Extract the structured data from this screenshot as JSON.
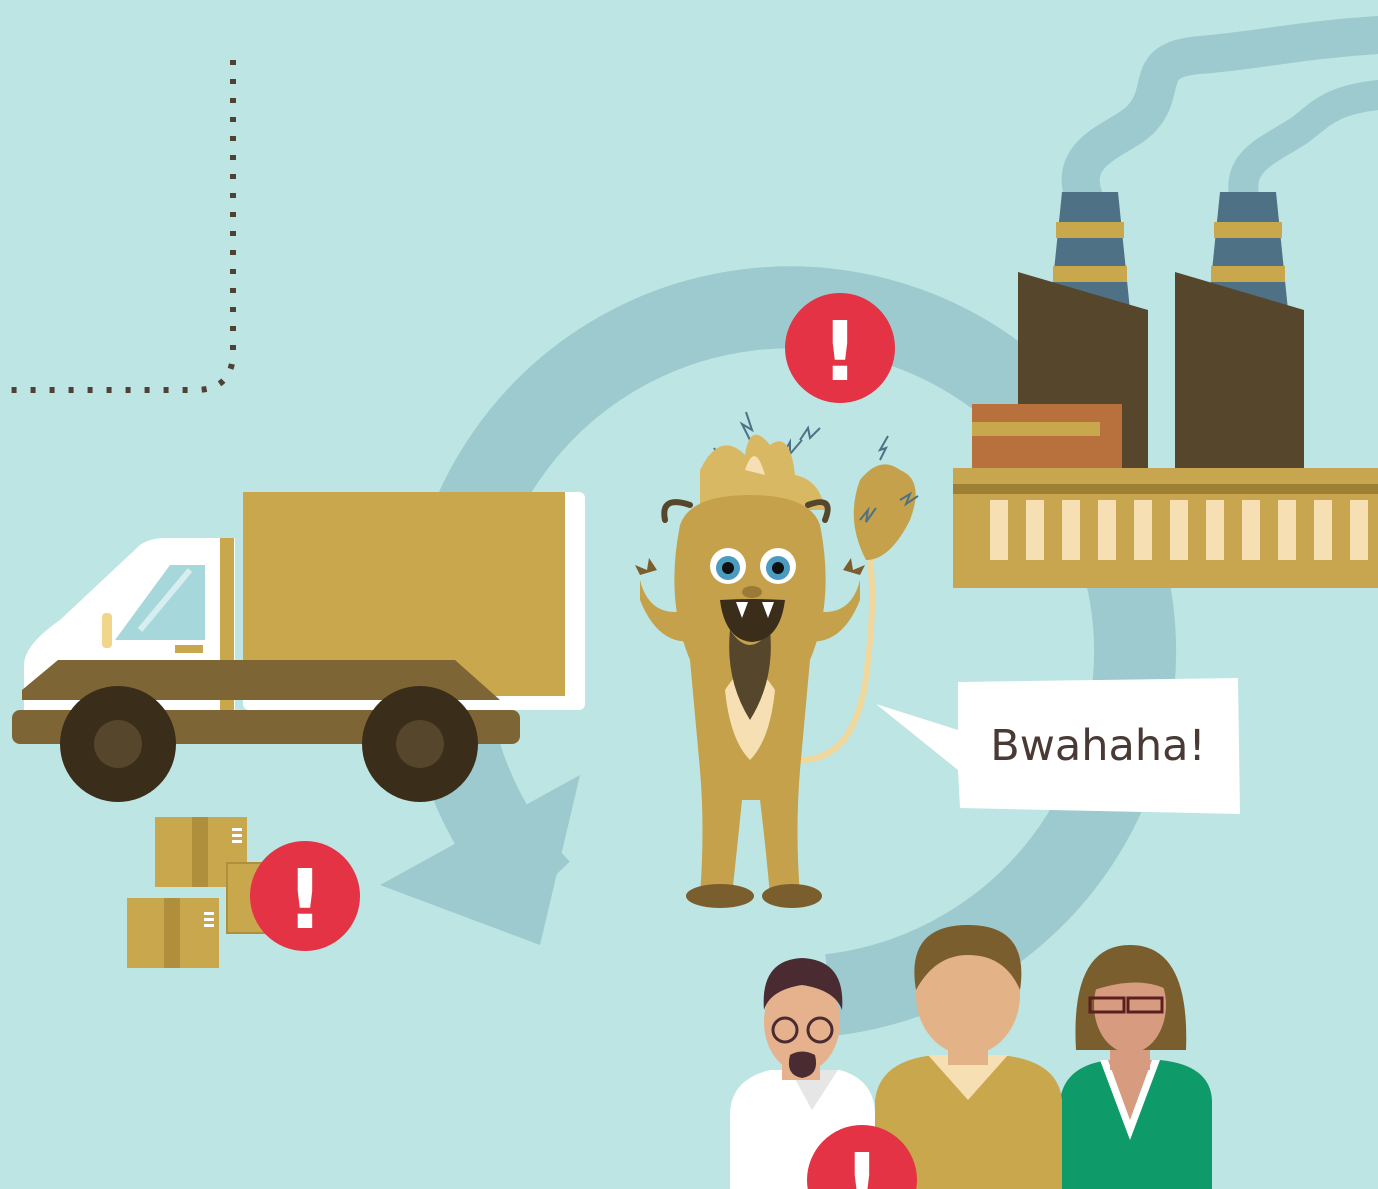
{
  "speech_bubble": {
    "text": "Bwahaha!"
  },
  "alerts": {
    "glyph": "!"
  },
  "colors": {
    "background": "#bde5e3",
    "cycle_arrow": "#9ccace",
    "alert_red": "#e33344",
    "truck_cargo": "#c9a84d",
    "truck_cab": "#ffffff",
    "wheel": "#3a2d1a",
    "factory_brown": "#56462c",
    "factory_base": "#c8a64f",
    "monster_fur": "#c4a14a",
    "people_green": "#0f9a6a"
  },
  "icons": [
    "delivery-truck",
    "cardboard-box",
    "factory",
    "smokestack",
    "fur-monster",
    "speech-bubble",
    "alert-badge",
    "person"
  ]
}
